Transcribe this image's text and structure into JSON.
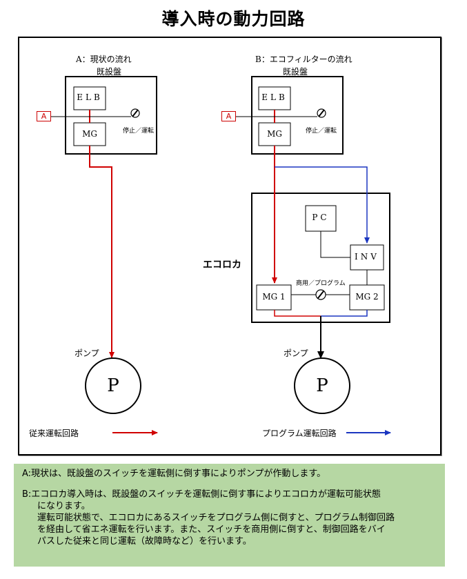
{
  "title": "導入時の動力回路",
  "left": {
    "heading": "A：現状の流れ",
    "panel_label": "既設盤",
    "elb": "ELB",
    "mg": "MG",
    "input_label": "A",
    "switch_label": "停止／運転",
    "pump_label": "ポンプ",
    "pump": "P",
    "legend": "従来運転回路"
  },
  "right": {
    "heading": "B：エコフィルターの流れ",
    "panel_label": "既設盤",
    "elb": "ELB",
    "mg": "MG",
    "input_label": "A",
    "switch_label": "停止／運転",
    "eco_label": "エコロカ",
    "pc": "PC",
    "inv": "INV",
    "mg1": "MG 1",
    "mg2": "MG 2",
    "switch2_label": "商用／プログラム",
    "pump_label": "ポンプ",
    "pump": "P",
    "legend": "プログラム運転回路"
  },
  "colors": {
    "conventional": "#d00000",
    "program": "#1a35c0"
  },
  "notes": {
    "a": "A:現状は、既設盤のスイッチを運転側に倒す事によりポンプが作動します。",
    "b1": "B:エコロカ導入時は、既設盤のスイッチを運転側に倒す事によりエコロカが運転可能状態",
    "b2": "になります。",
    "b3": "運転可能状態で、エコロカにあるスイッチをプログラム側に倒すと、プログラム制御回路",
    "b4": "を経由して省エネ運転を行います。また、スイッチを商用側に倒すと、制御回路をバイ",
    "b5": "パスした従来と同じ運転（故障時など）を行います。"
  }
}
